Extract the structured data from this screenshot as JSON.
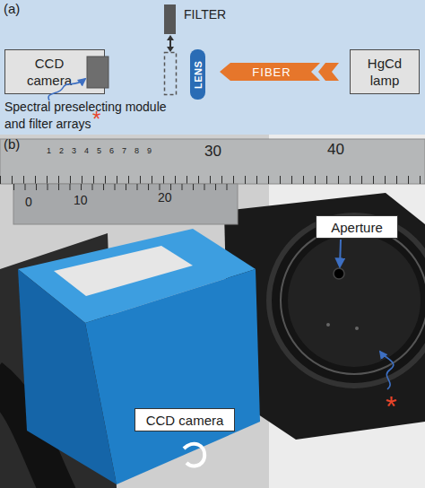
{
  "diagram": {
    "nodes": [
      {
        "text": [
          "FILTER"
        ]
      },
      {
        "text": [
          "CCD camera"
        ]
      },
      {
        "text": [
          "LENS"
        ]
      },
      {
        "text": [
          "FIBER"
        ]
      },
      {
        "text": [
          "HgCd lamp"
        ]
      },
      {
        "text": [
          "Aperture"
        ]
      },
      {
        "text": [
          "CCD camera"
        ]
      }
    ],
    "labels": [
      "(a)",
      "Spectral preselecting module and filter arrays",
      "*",
      "(b)",
      "1",
      "2",
      "3",
      "4",
      "5",
      "6",
      "7",
      "8",
      "9",
      "30",
      "40",
      "0",
      "10",
      "20",
      "*"
    ]
  }
}
